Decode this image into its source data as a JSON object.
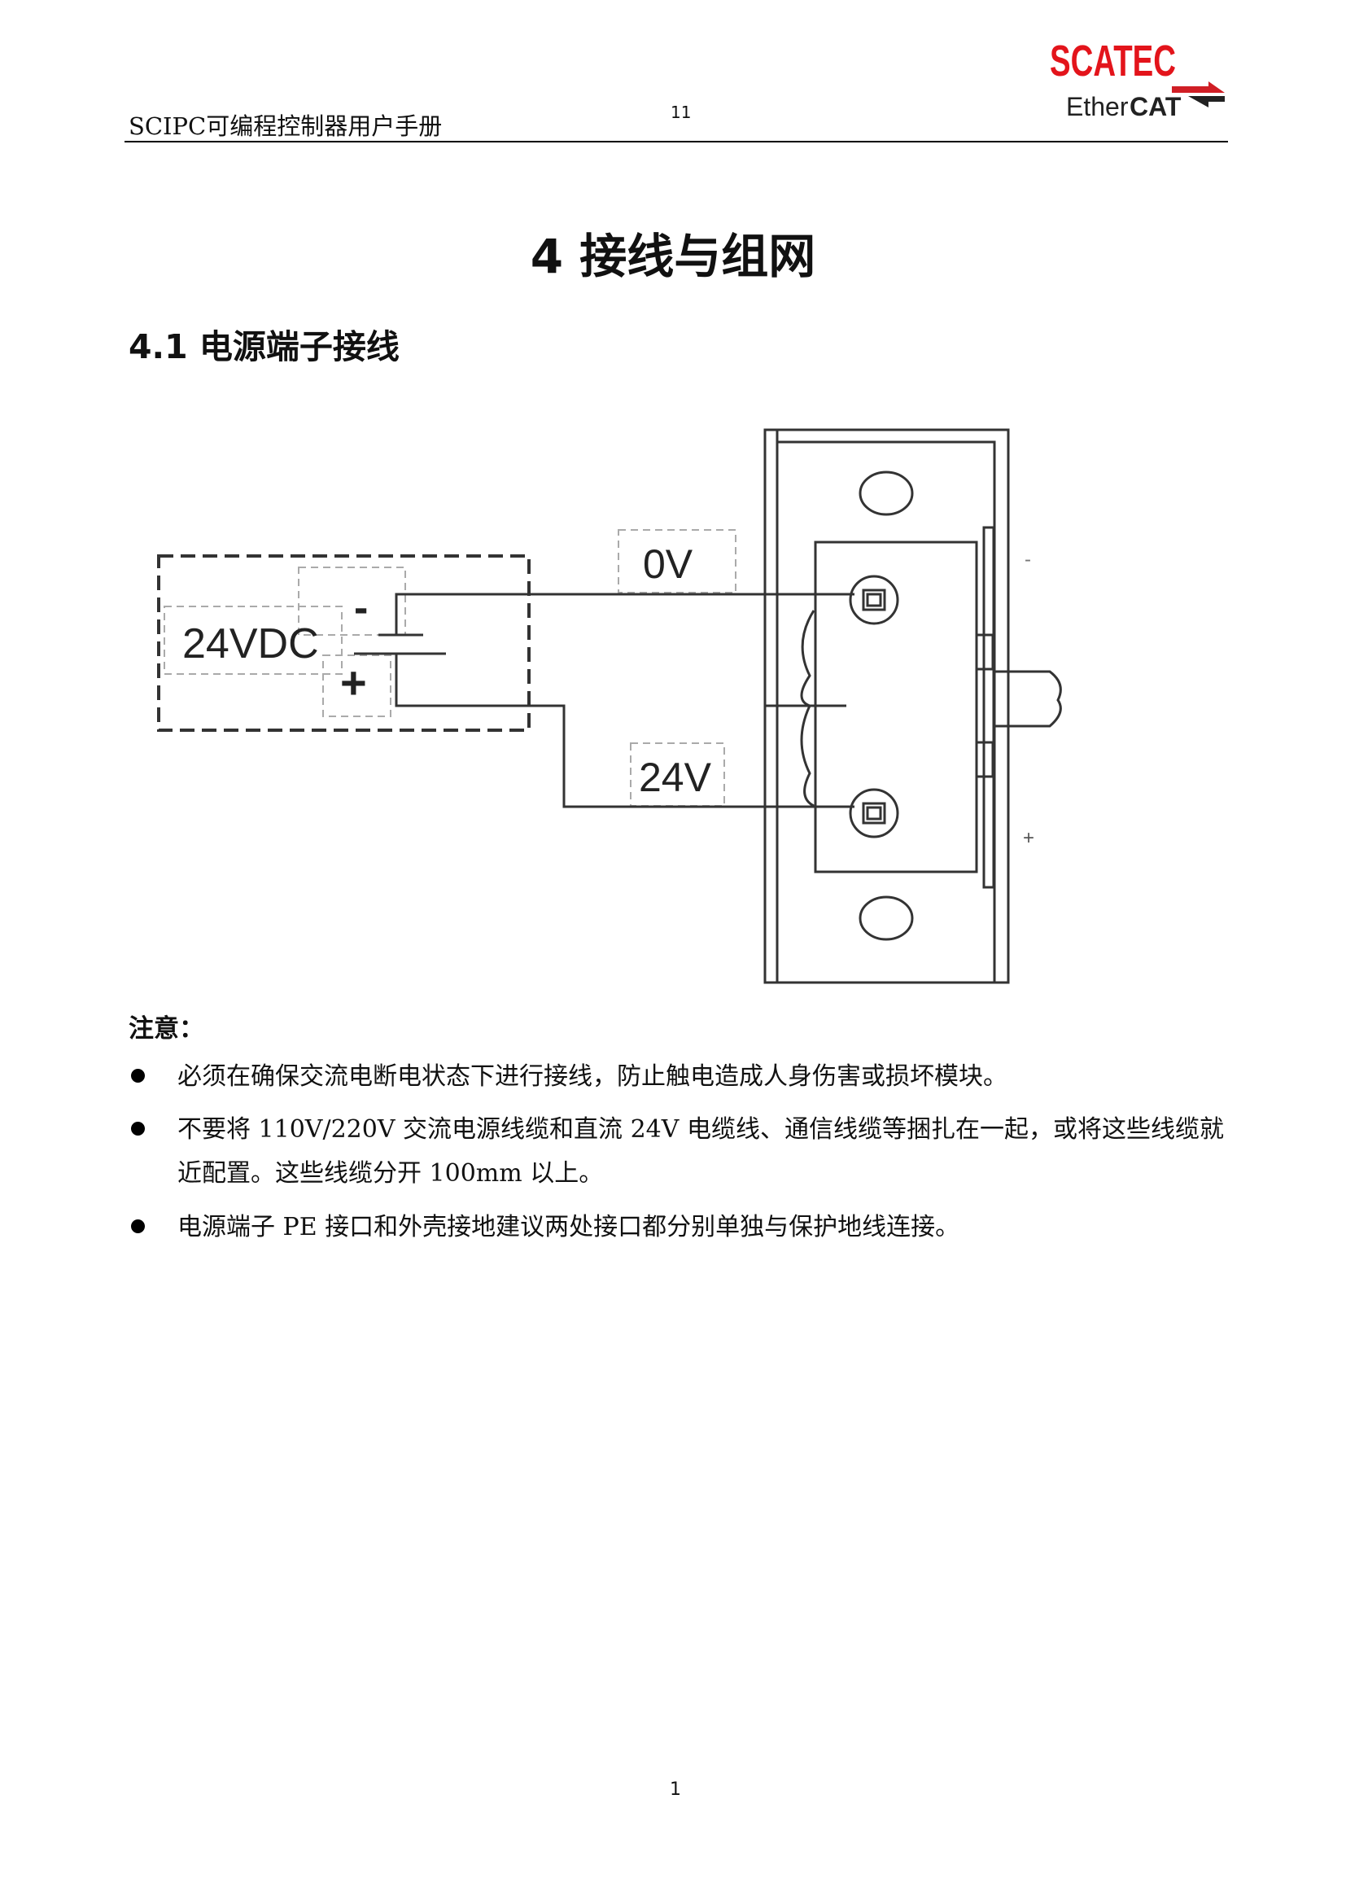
{
  "header": {
    "manual_title": "SCIPC可编程控制器用户手册",
    "page_number": "11",
    "logo_brand": "SCATEC",
    "logo_ethercat_prefix": "Ether",
    "logo_ethercat_suffix": "CAT"
  },
  "chapter_title": "4 接线与组网",
  "section_title": "4.1 电源端子接线",
  "diagram": {
    "supply_label": "24VDC",
    "minus_label": "-",
    "plus_label": "+",
    "wire_0v_label": "0V",
    "wire_24v_label": "24V",
    "terminal_minus": "-",
    "terminal_plus": "+"
  },
  "notes": {
    "label": "注意：",
    "items": [
      "必须在确保交流电断电状态下进行接线，防止触电造成人身伤害或损坏模块。",
      "不要将 110V/220V 交流电源线缆和直流 24V 电缆线、通信线缆等捆扎在一起，或将这些线缆就近配置。这些线缆分开 100mm 以上。",
      "电源端子 PE 接口和外壳接地建议两处接口都分别单独与保护地线连接。"
    ]
  },
  "footer": {
    "page_number": "1"
  },
  "colors": {
    "brand_red": "#e3141b",
    "text": "#111111"
  }
}
